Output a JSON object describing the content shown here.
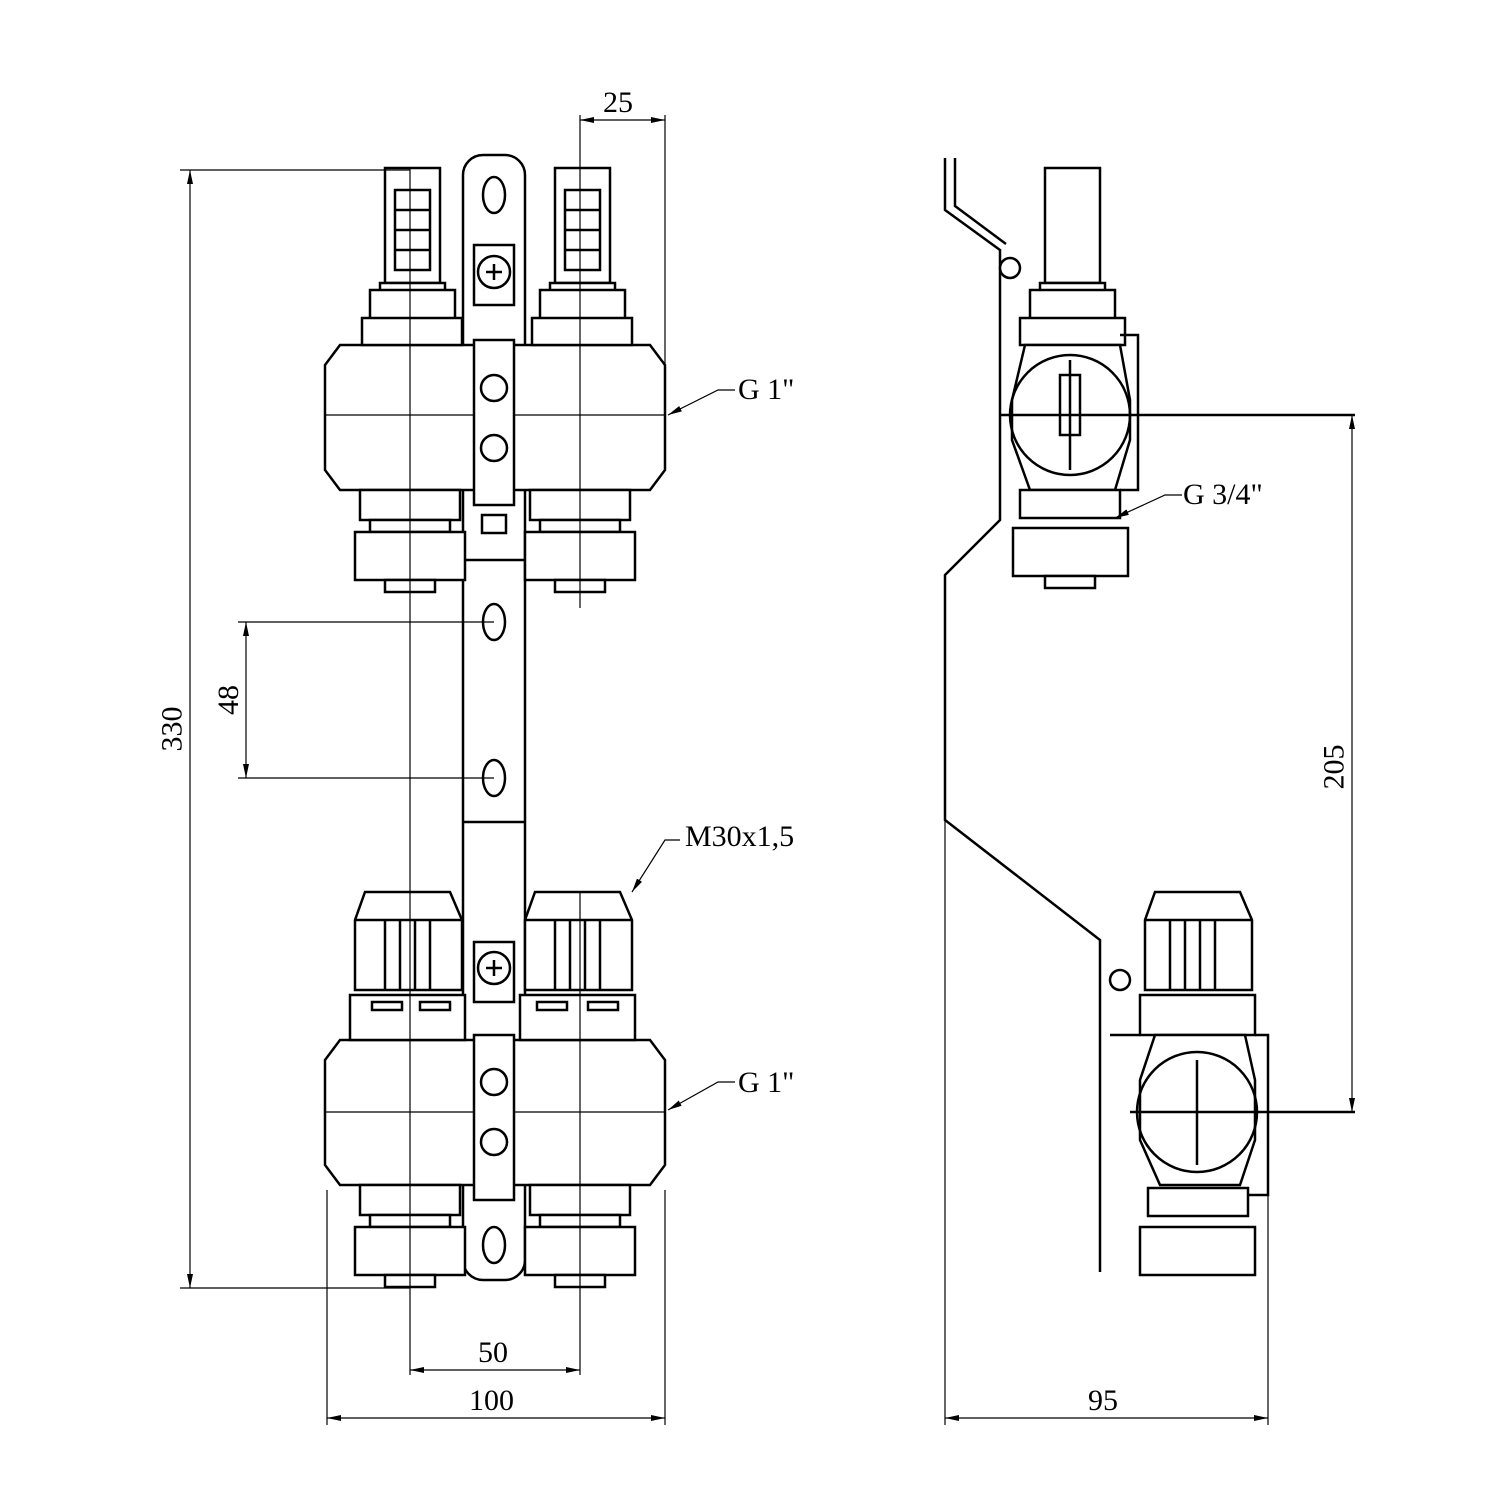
{
  "dimensions": {
    "outlet_spacing_top": "25",
    "total_height": "330",
    "bracket_hole_spacing": "48",
    "outlet_spacing_bottom": "50",
    "total_width": "100",
    "depth": "95",
    "axis_distance": "205"
  },
  "callouts": {
    "top_manifold_thread": "G 1\"",
    "bottom_manifold_thread": "G 1\"",
    "valve_thread": "M30x1,5",
    "outlet_thread": "G 3/4\""
  }
}
